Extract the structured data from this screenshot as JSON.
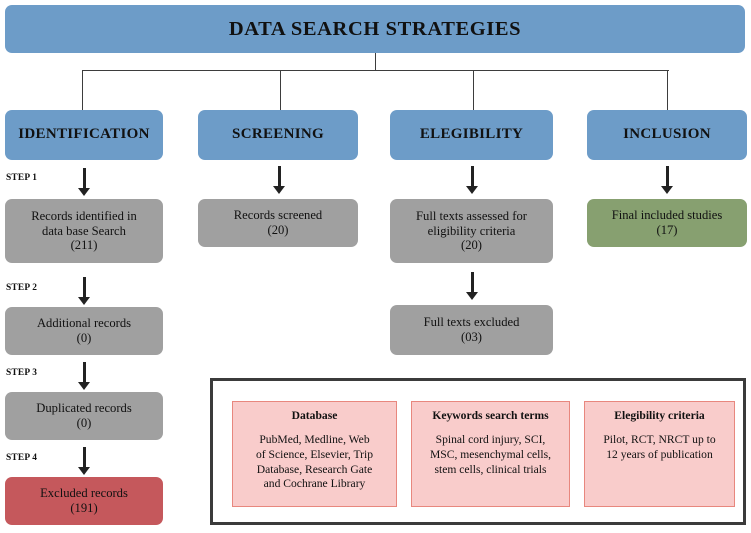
{
  "title": "DATA SEARCH STRATEGIES",
  "stages": [
    {
      "id": "identification",
      "label": "IDENTIFICATION"
    },
    {
      "id": "screening",
      "label": "SCREENING"
    },
    {
      "id": "elegibility",
      "label": "ELEGIBILITY"
    },
    {
      "id": "inclusion",
      "label": "INCLUSION"
    }
  ],
  "steps": [
    {
      "label": "STEP 1"
    },
    {
      "label": "STEP 2"
    },
    {
      "label": "STEP 3"
    },
    {
      "label": "STEP 4"
    }
  ],
  "identification_nodes": [
    {
      "line1": "Records  identified  in",
      "line2": "data base Search",
      "count": "(211)"
    },
    {
      "line1": "Additional  records",
      "line2": "",
      "count": "(0)"
    },
    {
      "line1": "Duplicated  records",
      "line2": "",
      "count": "(0)"
    },
    {
      "line1": "Excluded  records",
      "line2": "",
      "count": "(191)"
    }
  ],
  "screening_nodes": [
    {
      "line1": "Records  screened",
      "line2": "",
      "count": "(20)"
    }
  ],
  "elegibility_nodes": [
    {
      "line1": "Full texts assessed  for",
      "line2": "eligibility  criteria",
      "count": "(20)"
    },
    {
      "line1": "Full texts excluded",
      "line2": "",
      "count": "(03)"
    }
  ],
  "inclusion_nodes": [
    {
      "line1": "Final included  studies",
      "line2": "",
      "count": "(17)"
    }
  ],
  "criteria_panel": [
    {
      "heading": "Database",
      "body_lines": [
        "PubMed, Medline, Web",
        "of Science, Elsevier, Trip",
        "Database, Research Gate",
        "and Cochrane Library"
      ]
    },
    {
      "heading": "Keywords search terms",
      "body_lines": [
        "Spinal cord injury, SCI,",
        "MSC, mesenchymal cells,",
        "stem cells, clinical trials"
      ]
    },
    {
      "heading": "Elegibility criteria",
      "body_lines": [
        "Pilot, RCT, NRCT up to",
        "12 years of publication"
      ]
    }
  ],
  "colors": {
    "header_blue": "#6D9CC8",
    "node_gray": "#A0A0A0",
    "excluded_red": "#C5585C",
    "included_green": "#87A070",
    "criteria_pink_fill": "#F9CCCB",
    "criteria_pink_border": "#E8877E",
    "panel_border": "#3B3B3B",
    "connector": "#3D3D3D"
  }
}
